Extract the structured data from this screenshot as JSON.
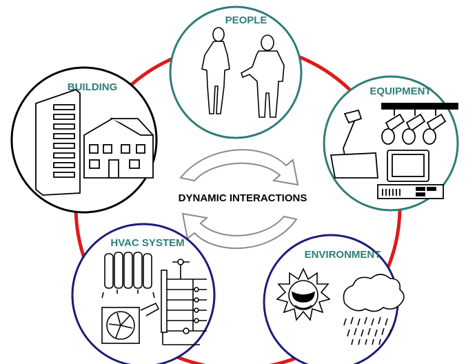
{
  "diagram": {
    "center_label": "DYNAMIC INTERACTIONS",
    "colors": {
      "ring": "#dd1b1b",
      "people_border": "#2e7d78",
      "people_label": "#2e7d78",
      "building_border": "#000000",
      "building_label": "#2e7d78",
      "equipment_border": "#2e7d78",
      "equipment_label": "#2e7d78",
      "hvac_border": "#1c1c78",
      "hvac_label": "#2e7d78",
      "environment_border": "#1c1c78",
      "environment_label": "#2e7d78"
    },
    "nodes": {
      "people": {
        "label": "PEOPLE",
        "icon": "people-icon"
      },
      "building": {
        "label": "BUILDING",
        "icon": "building-icon"
      },
      "equipment": {
        "label": "EQUIPMENT",
        "icon": "equipment-icon"
      },
      "hvac": {
        "label": "HVAC SYSTEM",
        "icon": "hvac-icon"
      },
      "environment": {
        "label": "ENVIRONMENT",
        "icon": "weather-icon"
      }
    },
    "arrow_icon": "cycle-arrows-icon"
  }
}
